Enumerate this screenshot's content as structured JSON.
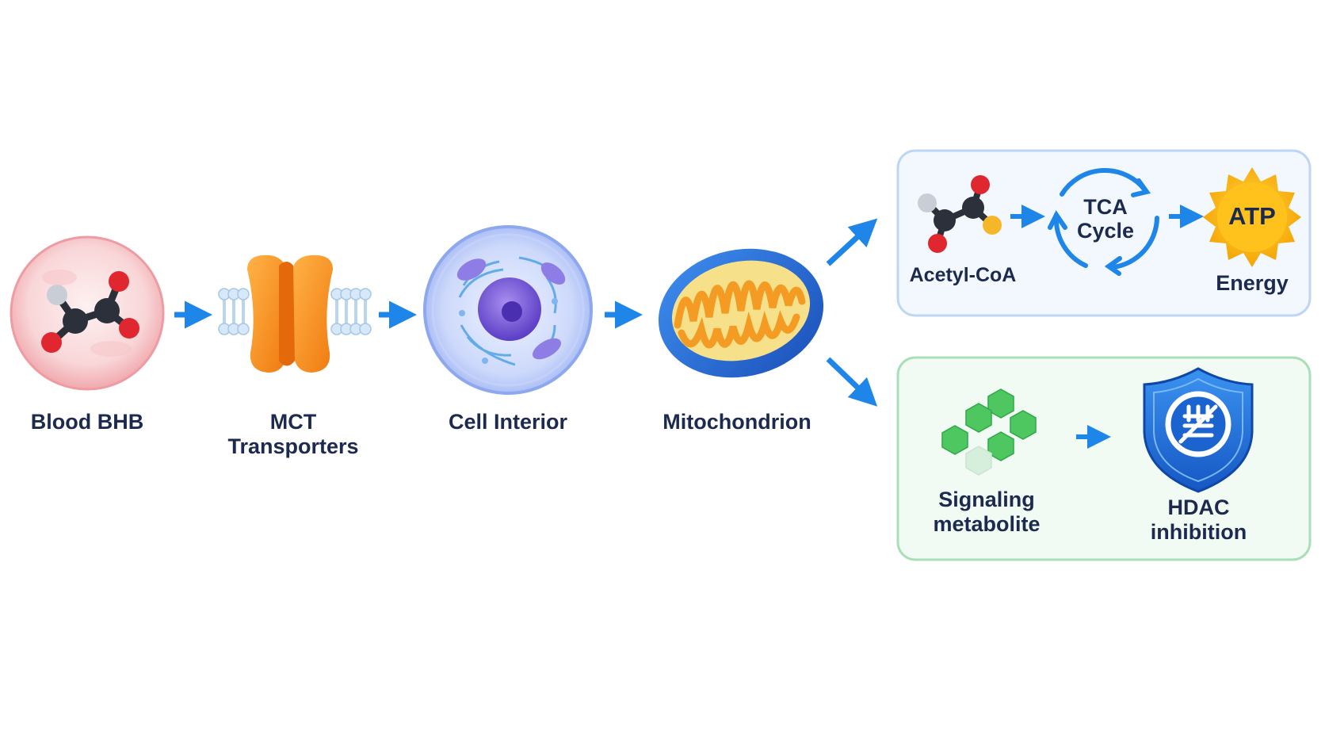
{
  "stages": [
    {
      "id": "blood-bhb",
      "label": "Blood BHB"
    },
    {
      "id": "mct-transporters",
      "label_lines": [
        "MCT",
        "Transporters"
      ]
    },
    {
      "id": "cell-interior",
      "label": "Cell Interior"
    },
    {
      "id": "mitochondrion",
      "label": "Mitochondrion"
    }
  ],
  "energy_panel": {
    "acetyl_label": "Acetyl-CoA",
    "tca_lines": [
      "TCA",
      "Cycle"
    ],
    "atp_label": "ATP",
    "energy_label": "Energy",
    "accent_color": "#3d8be8",
    "background_color": "#f3f8fe"
  },
  "signaling_panel": {
    "metabolite_lines": [
      "Signaling",
      "metabolite"
    ],
    "hdac_lines": [
      "HDAC",
      "inhibition"
    ],
    "accent_color": "#a9dfb7",
    "background_color": "#f1fbf4"
  },
  "colors": {
    "arrow": "#1e86e8",
    "text": "#1b2a4e"
  },
  "icons": {
    "blood": "bhb-molecule-icon",
    "transporter": "mct-transporter-icon",
    "cell": "cell-icon",
    "mitochondrion": "mitochondrion-icon",
    "acetyl": "acetyl-coa-molecule-icon",
    "tca": "tca-cycle-icon",
    "atp": "atp-sun-icon",
    "hexagons": "signaling-hexagons-icon",
    "shield": "hdac-shield-icon"
  }
}
